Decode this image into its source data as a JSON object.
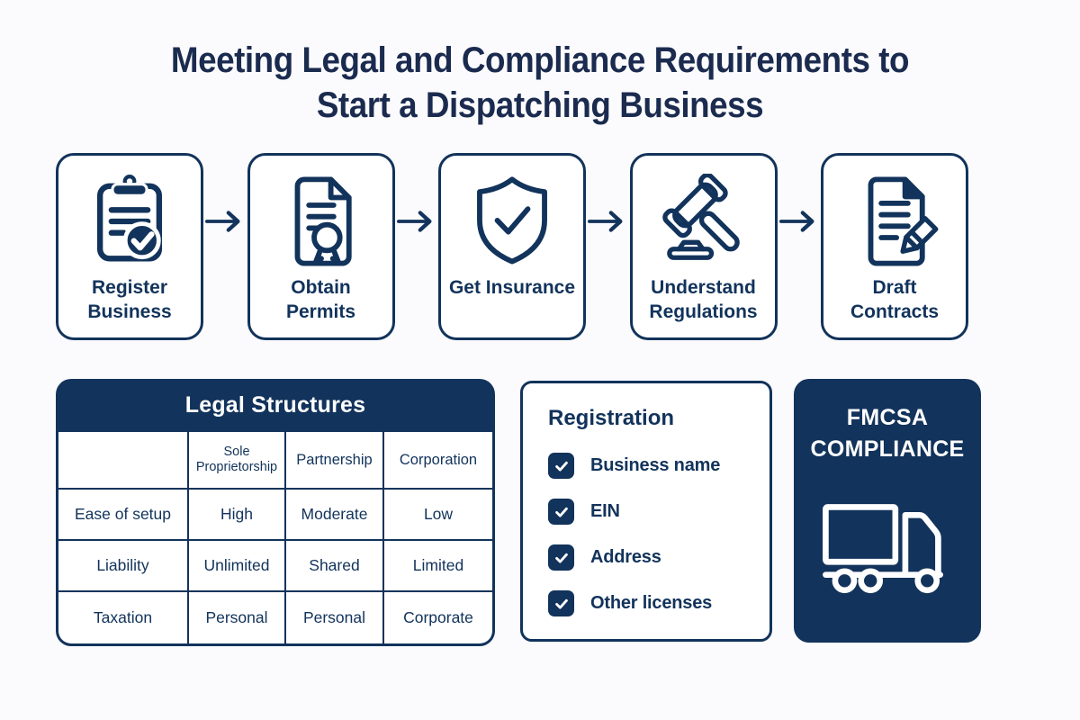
{
  "colors": {
    "navy": "#12335B",
    "title_navy": "#1B2B4F",
    "page_bg": "#FBFBFD",
    "card_bg": "#FFFFFF",
    "white": "#FFFFFF"
  },
  "title": {
    "line1": "Meeting Legal and Compliance Requirements to",
    "line2": "Start a Dispatching Business"
  },
  "flow": {
    "arrow_icon": "right-arrow-icon",
    "steps": [
      {
        "label": "Register Business",
        "icon": "clipboard-check-icon"
      },
      {
        "label": "Obtain Permits",
        "icon": "certificate-icon"
      },
      {
        "label": "Get Insurance",
        "icon": "shield-check-icon"
      },
      {
        "label": "Understand Regulations",
        "icon": "gavel-icon"
      },
      {
        "label": "Draft Contracts",
        "icon": "document-pen-icon"
      }
    ]
  },
  "table": {
    "title": "Legal Structures",
    "columns": [
      "",
      "Sole Proprietorship",
      "Partnership",
      "Corporation"
    ],
    "rows": [
      {
        "label": "Ease of setup",
        "values": [
          "High",
          "Moderate",
          "Low"
        ]
      },
      {
        "label": "Liability",
        "values": [
          "Unlimited",
          "Shared",
          "Limited"
        ]
      },
      {
        "label": "Taxation",
        "values": [
          "Personal",
          "Personal",
          "Corporate"
        ]
      }
    ]
  },
  "registration": {
    "title": "Registration",
    "checkbox_icon": "checked-checkbox-icon",
    "items": [
      "Business name",
      "EIN",
      "Address",
      "Other licenses"
    ]
  },
  "fmcsa": {
    "line1": "FMCSA",
    "line2": "COMPLIANCE",
    "icon": "truck-icon"
  }
}
